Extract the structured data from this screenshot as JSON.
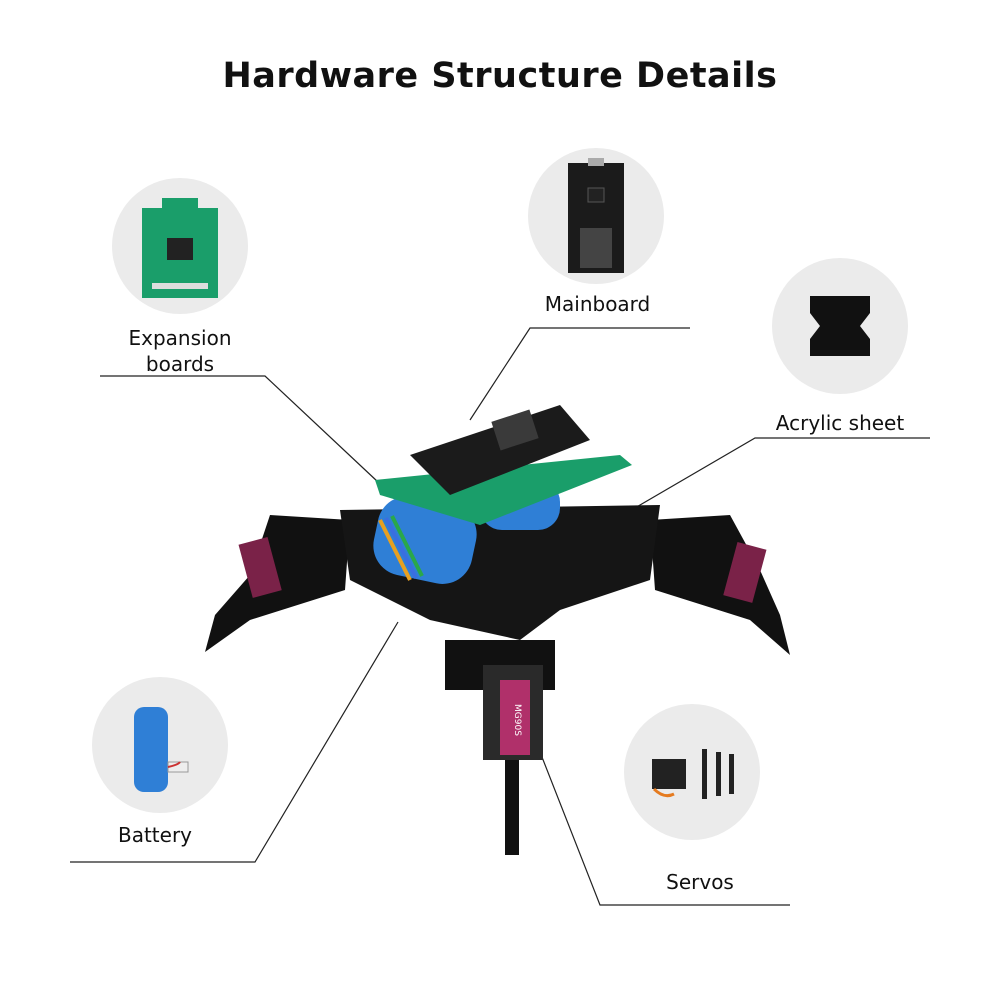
{
  "title": "Hardware Structure Details",
  "components": [
    {
      "label": "Expansion boards",
      "icon": "expansion-board-icon"
    },
    {
      "label": "Mainboard",
      "icon": "mainboard-icon"
    },
    {
      "label": "Acrylic sheet",
      "icon": "acrylic-sheet-icon"
    },
    {
      "label": "Battery",
      "icon": "battery-icon"
    },
    {
      "label": "Servos",
      "icon": "servo-icon"
    }
  ],
  "servo_marking": "MG90S",
  "colors": {
    "pcb_green": "#1a9e6a",
    "battery_blue": "#2f7fd6",
    "servo_pink": "#b0306a",
    "frame_black": "#111111",
    "circle_bg": "#ebebeb"
  }
}
